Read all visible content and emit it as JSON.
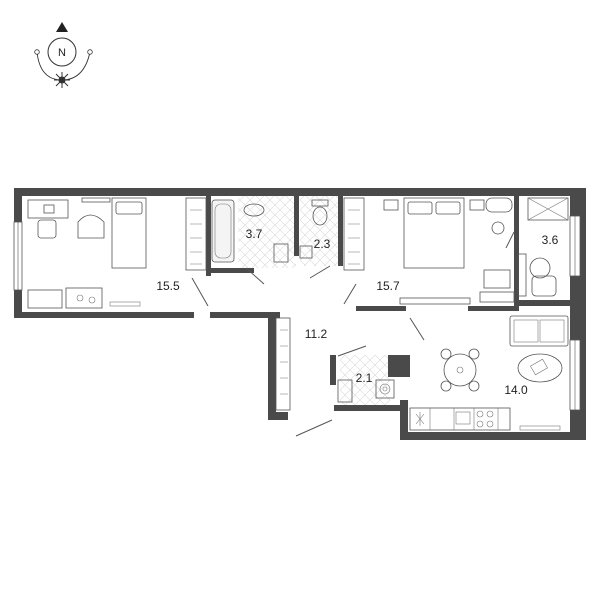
{
  "compass": {
    "letter": "N"
  },
  "rooms": [
    {
      "id": "bedroom-left",
      "area": "15.5"
    },
    {
      "id": "bathroom",
      "area": "3.7"
    },
    {
      "id": "wc",
      "area": "2.3"
    },
    {
      "id": "bedroom-right",
      "area": "15.7"
    },
    {
      "id": "balcony",
      "area": "3.6"
    },
    {
      "id": "hallway",
      "area": "11.2"
    },
    {
      "id": "storage",
      "area": "2.1"
    },
    {
      "id": "kitchen-living",
      "area": "14.0"
    }
  ],
  "colors": {
    "wall": "#4a4a4a",
    "tile": "#dddddd",
    "text": "#222222"
  }
}
